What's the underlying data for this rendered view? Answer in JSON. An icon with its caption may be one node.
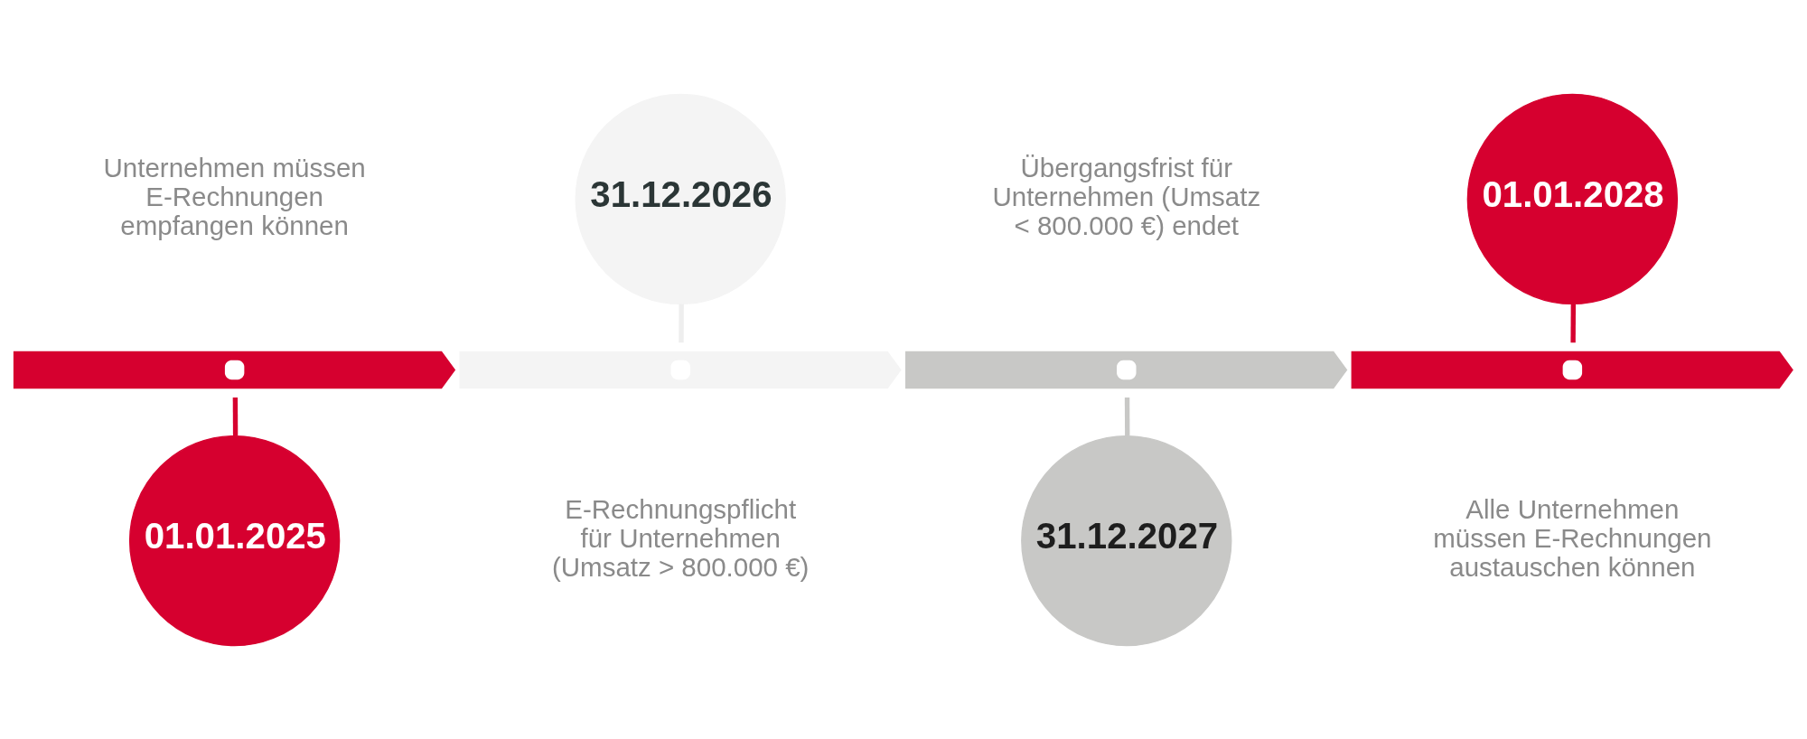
{
  "diagram": {
    "nodes": [
      {
        "text": [],
        "shape": "bar"
      },
      {
        "text": [
          "01.01.2025"
        ]
      },
      {
        "text": [],
        "shape": "bar"
      },
      {
        "text": [
          "31.12.2026"
        ]
      },
      {
        "text": [],
        "shape": "bar"
      },
      {
        "text": [
          "31.12.2027"
        ]
      },
      {
        "text": [],
        "shape": "bar"
      },
      {
        "text": [
          "01.01.2028"
        ]
      }
    ],
    "edges": [
      {
        "from": 0,
        "to": 1,
        "arrow": "none"
      },
      {
        "from": 2,
        "to": 3,
        "arrow": "none",
        "color": "#eeeeee"
      },
      {
        "from": 4,
        "to": 5,
        "arrow": "none",
        "color": "#c8c8c6"
      },
      {
        "from": 6,
        "to": 7,
        "arrow": "none"
      }
    ],
    "labels": [
      "Unternehmen müssen E-Rechnungen empfangen können",
      "Übergangsfrist für Unternehmen (Umsatz < 800.000 €) endet",
      "E-Rechnungspflicht für Unternehmen (Umsatz > 800.000 €)",
      "Alle Unternehmen müssen E-Rechnungen austauschen können"
    ]
  }
}
